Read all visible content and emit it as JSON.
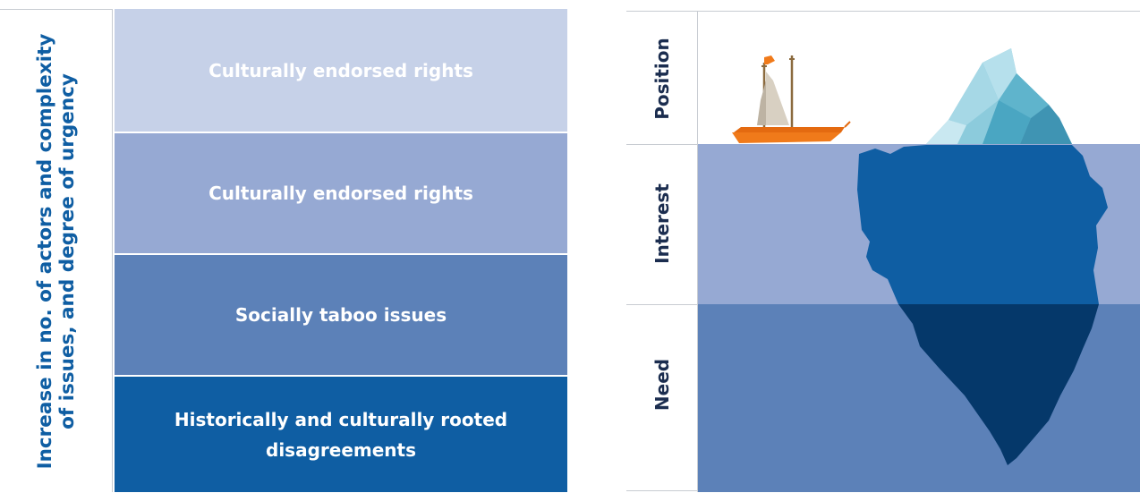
{
  "left": {
    "axis_label": "Increase in no. of actors and complexity\nof issues, and degree of urgency",
    "tiers": [
      {
        "label": "Culturally endorsed rights"
      },
      {
        "label": "Culturally endorsed rights"
      },
      {
        "label": "Socially taboo issues"
      },
      {
        "label": "Historically and culturally rooted disagreements"
      }
    ]
  },
  "right": {
    "levels": [
      {
        "label": "Position"
      },
      {
        "label": "Interest"
      },
      {
        "label": "Need"
      }
    ]
  },
  "colors": {
    "tier_1": "#c6d1e8",
    "tier_2": "#96a9d3",
    "tier_3": "#5c81b8",
    "tier_4": "#0f5ea3",
    "accent_text": "#0f5ea3",
    "boat_hull": "#f07a1a",
    "iceberg_tip": "#7ec3d8",
    "iceberg_mid": "#0f5ea3",
    "iceberg_deep": "#05386a"
  }
}
